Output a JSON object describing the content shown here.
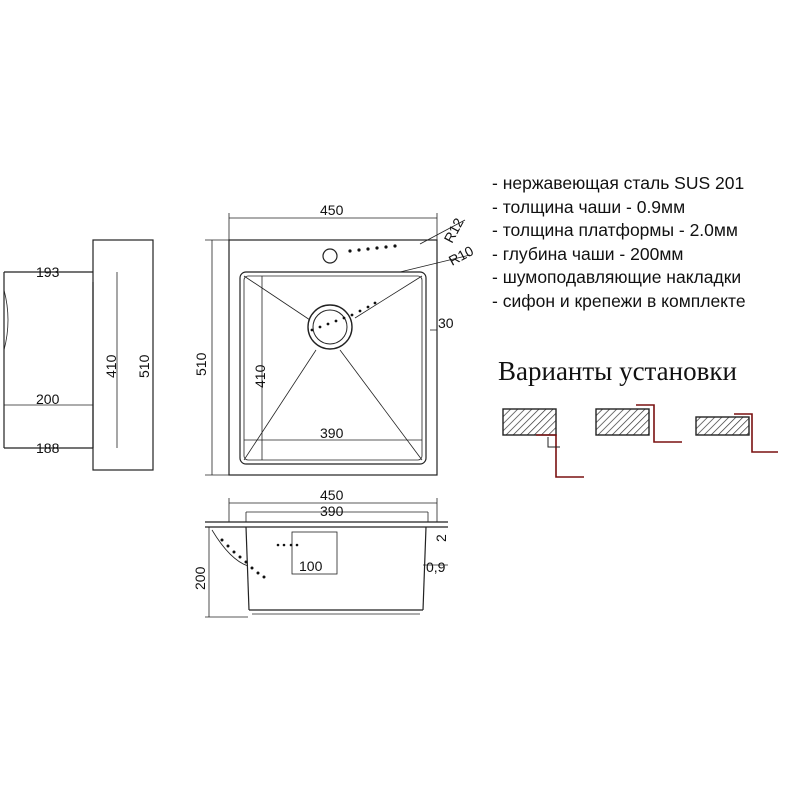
{
  "specs": [
    "- нержавеющая сталь SUS 201",
    "- толщина чаши - 0.9мм",
    "- толщина платформы - 2.0мм",
    "- глубина чаши - 200мм",
    "- шумоподавляющие накладки",
    "- сифон и крепежи в комплекте"
  ],
  "install_title": "Варианты установки",
  "dims": {
    "side_193": "193",
    "side_410": "410",
    "side_510": "510",
    "side_200": "200",
    "side_188": "188",
    "top_450": "450",
    "top_510": "510",
    "top_410": "410",
    "top_390": "390",
    "top_30": "30",
    "r12": "R12",
    "r10": "R10",
    "front_450": "450",
    "front_390": "390",
    "front_200": "200",
    "front_100": "100",
    "front_2": "2",
    "front_09": "0,9"
  },
  "colors": {
    "line": "#222222",
    "pipe": "#7a1010",
    "hatch": "#333333"
  }
}
